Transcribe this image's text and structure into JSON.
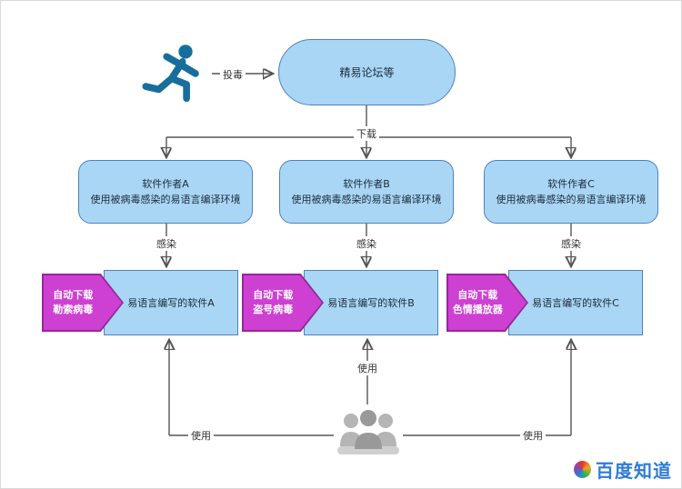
{
  "edges": {
    "poison": "投毒",
    "download": "下载",
    "infect": "感染",
    "use": "使用"
  },
  "forum": {
    "label": "精易论坛等"
  },
  "authors": [
    {
      "title": "软件作者A",
      "desc": "使用被病毒感染的易语言编译环境"
    },
    {
      "title": "软件作者B",
      "desc": "使用被病毒感染的易语言编译环境"
    },
    {
      "title": "软件作者C",
      "desc": "使用被病毒感染的易语言编译环境"
    }
  ],
  "software": [
    {
      "tag_line1": "自动下载",
      "tag_line2": "勒索病毒",
      "label": "易语言编写的软件A"
    },
    {
      "tag_line1": "自动下载",
      "tag_line2": "盗号病毒",
      "label": "易语言编写的软件B"
    },
    {
      "tag_line1": "自动下载",
      "tag_line2": "色情播放器",
      "label": "易语言编写的软件C"
    }
  ],
  "icons": {
    "attacker": "running-man-icon",
    "users": "users-group-icon"
  },
  "watermark": {
    "text": "百度知道"
  },
  "colors": {
    "node_fill": "#a9d6f5",
    "node_border": "#4f81bd",
    "tag_fill": "#cd40d2",
    "tag_border": "#96279b",
    "connector": "#555555",
    "attacker_icon": "#176e9c",
    "users_icon": "#9a9a9a",
    "watermark_blue": "#2f7cd4"
  }
}
